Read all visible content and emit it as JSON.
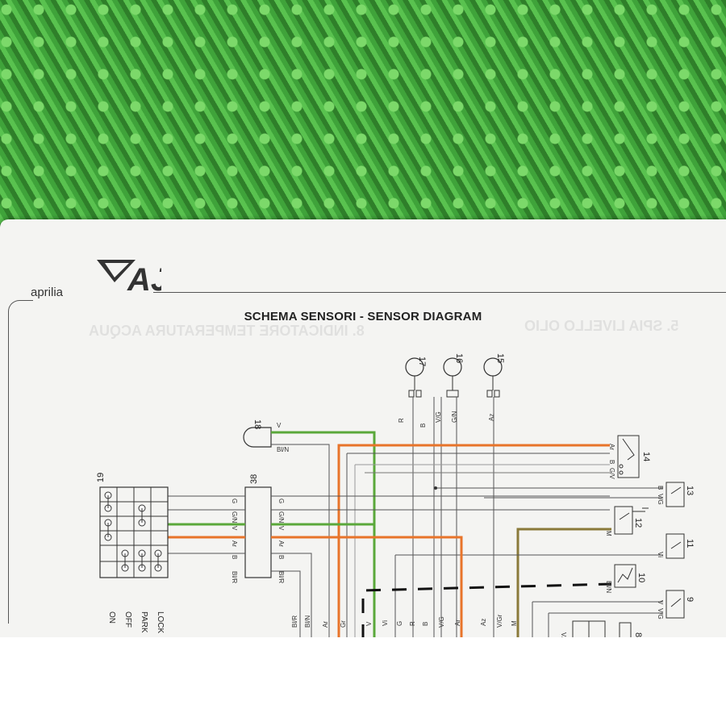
{
  "manual": {
    "brand": "aprilia",
    "title": "SCHEMA SENSORI - SENSOR DIAGRAM",
    "ghost_texts": [
      "8. INDICATORE TEMPERATURA ACQUA",
      "5. SPIA LIVELLO OLIO"
    ]
  },
  "diagram": {
    "component_numbers": [
      "17",
      "16",
      "15",
      "18",
      "14",
      "13",
      "12",
      "11",
      "10",
      "9",
      "8",
      "19",
      "38"
    ],
    "connector_38_left": [
      "G",
      "G/N",
      "V",
      "Ar",
      "B",
      "Bl/R"
    ],
    "connector_38_right": [
      "G",
      "G/N",
      "V",
      "Ar",
      "B",
      "Bl/R"
    ],
    "top_wire_labels": [
      "R",
      "B",
      "V/G",
      "G/N",
      "Az"
    ],
    "bottom_wire_labels": [
      "Bl/R",
      "Bl/N",
      "Ar",
      "Gr",
      "V",
      "Vi",
      "G",
      "R",
      "B",
      "V/G",
      "Ar",
      "Az",
      "V/Gr",
      "M"
    ],
    "switch_positions": [
      "ON",
      "OFF",
      "PARK",
      "LOCK"
    ],
    "comp18_labels": [
      "V",
      "Bl/N"
    ],
    "comp14_labels": [
      "Ar",
      "B",
      "G/V"
    ],
    "comp13_labels": [
      "B",
      "V/G"
    ],
    "comp12_labels": [
      "M"
    ],
    "comp11_labels": [
      "Vi"
    ],
    "comp10_labels": [
      "Bl/N"
    ],
    "comp9_labels": [
      "V",
      "V/G"
    ],
    "comp8_labels": [
      "V/G"
    ]
  },
  "colors": {
    "grass": "#3c9a36",
    "paper": "#f4f4f2",
    "wire_green": "#5aa83a",
    "wire_orange": "#e8742a",
    "wire_brown": "#8a7a3a",
    "wire_gray": "#555555",
    "wire_black": "#111111"
  }
}
